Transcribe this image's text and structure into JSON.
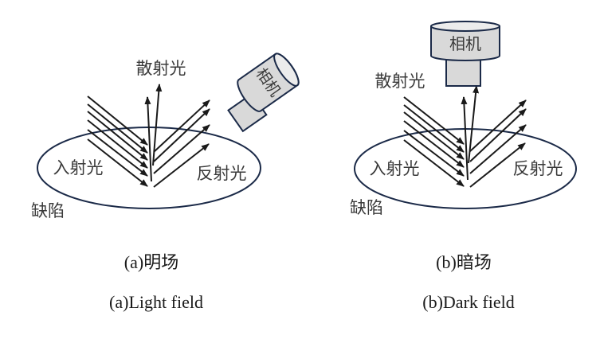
{
  "colors": {
    "ray": "#1a1a1a",
    "outline": "#1b2a48",
    "camera_fill": "#d9d9d9",
    "camera_top": "#ececec",
    "text": "#3a3a3a"
  },
  "panels": [
    {
      "id": "a",
      "labels": {
        "scattered": "散射光",
        "incident": "入射光",
        "reflected": "反射光",
        "defect": "缺陷",
        "camera": "相机"
      },
      "caption_cn": "(a)明场",
      "caption_en": "(a)Light field"
    },
    {
      "id": "b",
      "labels": {
        "scattered": "散射光",
        "incident": "入射光",
        "reflected": "反射光",
        "defect": "缺陷",
        "camera": "相机"
      },
      "caption_cn": "(b)暗场",
      "caption_en": "(b)Dark field"
    }
  ]
}
